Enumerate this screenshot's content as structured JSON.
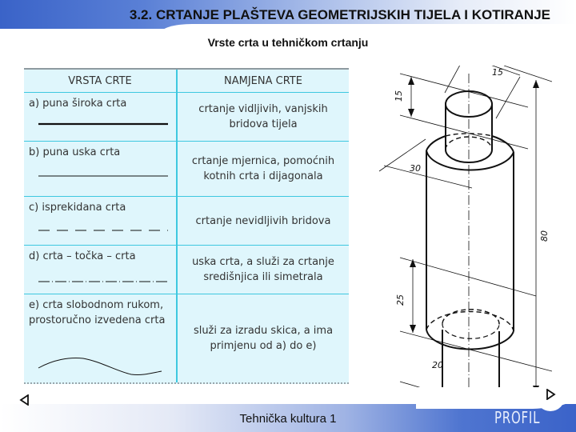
{
  "header": {
    "title": "3.2. CRTANJE PLAŠTEVA GEOMETRIJSKIH TIJELA I KOTIRANJE",
    "subtitle": "Vrste crta u tehničkom crtanju"
  },
  "table": {
    "columns": [
      "VRSTA CRTE",
      "NAMJENA CRTE"
    ],
    "rows": [
      {
        "type": "a) puna široka crta",
        "purpose": "crtanje vidljivih, vanjskih bridova tijela",
        "sample": "thick-solid"
      },
      {
        "type": "b) puna uska crta",
        "purpose": "crtanje mjernica, pomoćnih kotnih crta i dijagonala",
        "sample": "thin-solid"
      },
      {
        "type": "c) isprekidana crta",
        "purpose": "crtanje nevidljivih bridova",
        "sample": "dashed"
      },
      {
        "type": "d) crta – točka – crta",
        "purpose": "uska crta, a služi za crtanje središnjica ili simetrala",
        "sample": "dash-dot"
      },
      {
        "type": "e) crta slobodnom rukom, prostoručno izvedena crta",
        "purpose": "služi za izradu skica, a ima primjenu od a) do e)",
        "sample": "freehand"
      }
    ]
  },
  "drawing": {
    "dimensions": {
      "top_diameter": "15",
      "top_height": "15",
      "middle_diameter": "30",
      "total_height": "80",
      "bottom_height": "25",
      "bottom_diameter": "20"
    }
  },
  "footer": {
    "text": "Tehnička kultura 1",
    "brand": "PROFIL",
    "prev_icon": "triangle-left-icon",
    "next_icon": "triangle-right-icon"
  },
  "colors": {
    "header_blue": "#3a63c8",
    "table_bg": "#dff6fc",
    "table_border": "#3ec8e0"
  }
}
